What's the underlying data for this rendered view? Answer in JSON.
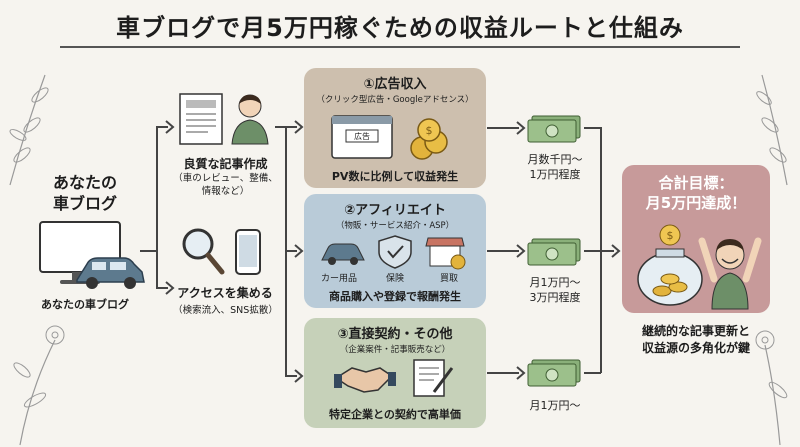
{
  "title": "車ブログで月5万円稼ぐための収益ルートと仕組み",
  "left": {
    "heading_line1": "あなたの",
    "heading_line2": "車ブログ",
    "caption": "あなたの車ブログ"
  },
  "middle": {
    "step1_title": "良質な記事作成",
    "step1_sub_line1": "（車のレビュー、整備、",
    "step1_sub_line2": "情報など）",
    "step2_title": "アクセスを集める",
    "step2_sub": "（検索流入、SNS拡散）"
  },
  "routes": [
    {
      "title": "①広告収入",
      "subtitle": "（クリック型広告・Googleアドセンス）",
      "ad_label": "広告",
      "description": "PV数に比例して収益発生",
      "amount_line1": "月数千円～",
      "amount_line2": "1万円程度",
      "color": "#cdbfae"
    },
    {
      "title": "②アフィリエイト",
      "subtitle": "（物販・サービス紹介・ASP）",
      "icons": [
        "カー用品",
        "保険",
        "買取"
      ],
      "description": "商品購入や登録で報酬発生",
      "amount_line1": "月1万円～",
      "amount_line2": "3万円程度",
      "color": "#b9cbd8"
    },
    {
      "title": "③直接契約・その他",
      "subtitle": "（企業案件・記事販売など）",
      "description": "特定企業との契約で高単価",
      "amount_line1": "月1万円～",
      "amount_line2": "",
      "color": "#c6d1b9"
    }
  ],
  "goal": {
    "line1": "合計目標：",
    "line2": "月5万円達成！",
    "color": "#c79a9a",
    "caption_line1": "継続的な記事更新と",
    "caption_line2": "収益源の多角化が鍵"
  }
}
